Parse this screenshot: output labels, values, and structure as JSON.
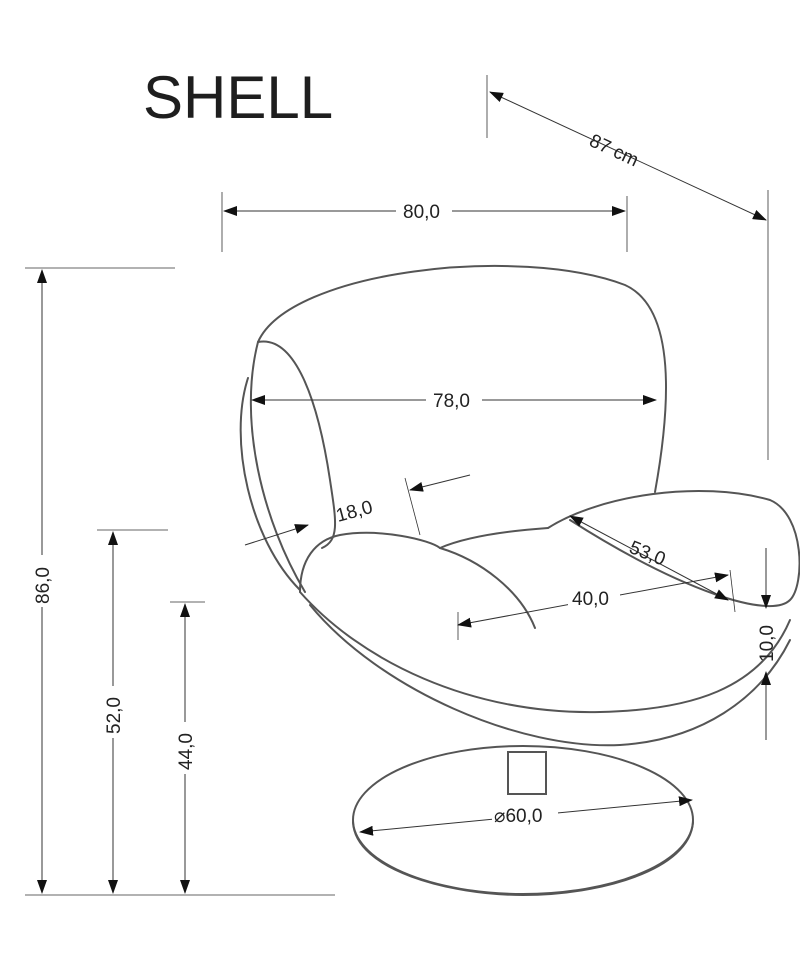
{
  "title": "SHELL",
  "dimensions": {
    "depth_overall": "87 cm",
    "width_overall": "80,0",
    "backrest_width": "78,0",
    "armrest_thickness": "18,0",
    "seat_depth_arm": "53,0",
    "seat_depth": "40,0",
    "seat_cushion_height": "10,0",
    "total_height": "86,0",
    "armrest_height": "52,0",
    "seat_height": "44,0",
    "base_diameter": "⌀60,0"
  },
  "colors": {
    "line": "#333333",
    "chair_outline": "#555555",
    "background": "#ffffff"
  }
}
